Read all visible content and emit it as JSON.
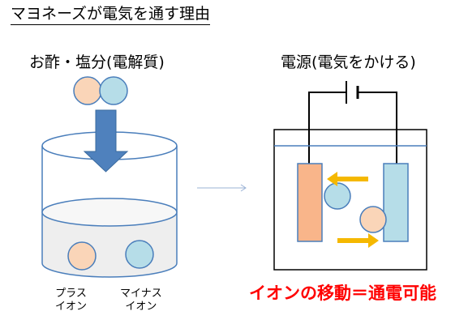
{
  "title": "マヨネーズが電気を通す理由",
  "left_label": "お酢・塩分(電解質)",
  "right_label": "電源(電気をかける)",
  "plus_ion_label": [
    "プラス",
    "イオン"
  ],
  "minus_ion_label": [
    "マイナス",
    "イオン"
  ],
  "result_text": "イオンの移動＝通電可能",
  "colors": {
    "plus_ion": "#fad5b8",
    "minus_ion": "#b6dde8",
    "arrow_blue": "#4f81bd",
    "container_stroke": "#4a7ebb",
    "liquid_fill": "#eeeeee",
    "electrode_left": "#f9b58a",
    "electrode_right": "#b6dde8",
    "ion_arrow": "#f5b800",
    "result_text": "#ff0000"
  },
  "icons": {
    "ions": "circle",
    "arrows": "block-arrow"
  }
}
